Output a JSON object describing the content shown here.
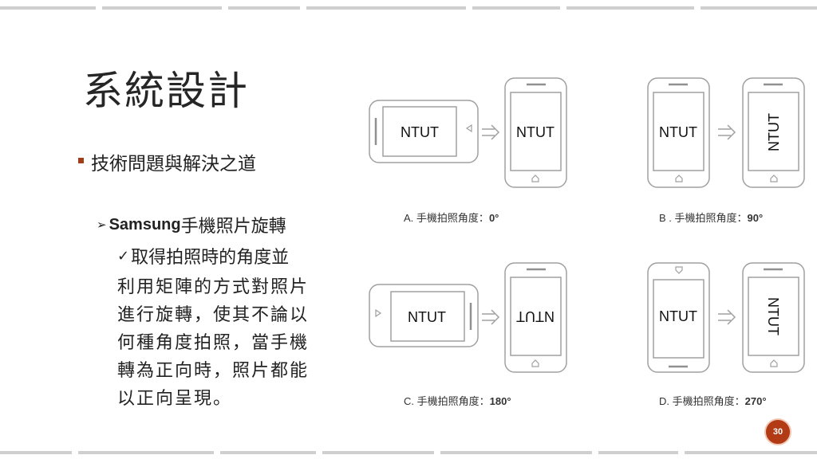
{
  "slide": {
    "title": "系統設計",
    "bullet": "技術問題與解決之道",
    "sub_bullet_latin": "Samsung",
    "sub_bullet_rest": "手機照片旋轉",
    "check_item": "取得拍照時的角度並",
    "paragraph_lines": [
      "利用矩陣的方式對照片",
      "進行旋轉，使其不論以",
      "何種角度拍照，當手機",
      "轉為正向時，照片都能",
      "以正向呈現。"
    ],
    "page_number": "30"
  },
  "figure": {
    "phone_label": "NTUT",
    "panels": [
      {
        "letter": "A.",
        "caption": "手機拍照角度：",
        "degree": "0°"
      },
      {
        "letter": "B .",
        "caption": "手機拍照角度：",
        "degree": "90°"
      },
      {
        "letter": "C.",
        "caption": "手機拍照角度：",
        "degree": "180°"
      },
      {
        "letter": "D.",
        "caption": "手機拍照角度：",
        "degree": "270°"
      }
    ]
  },
  "colors": {
    "accent": "#b23a14",
    "stripe": "#cfcfcf",
    "phone_outline": "#a0a0a0"
  }
}
